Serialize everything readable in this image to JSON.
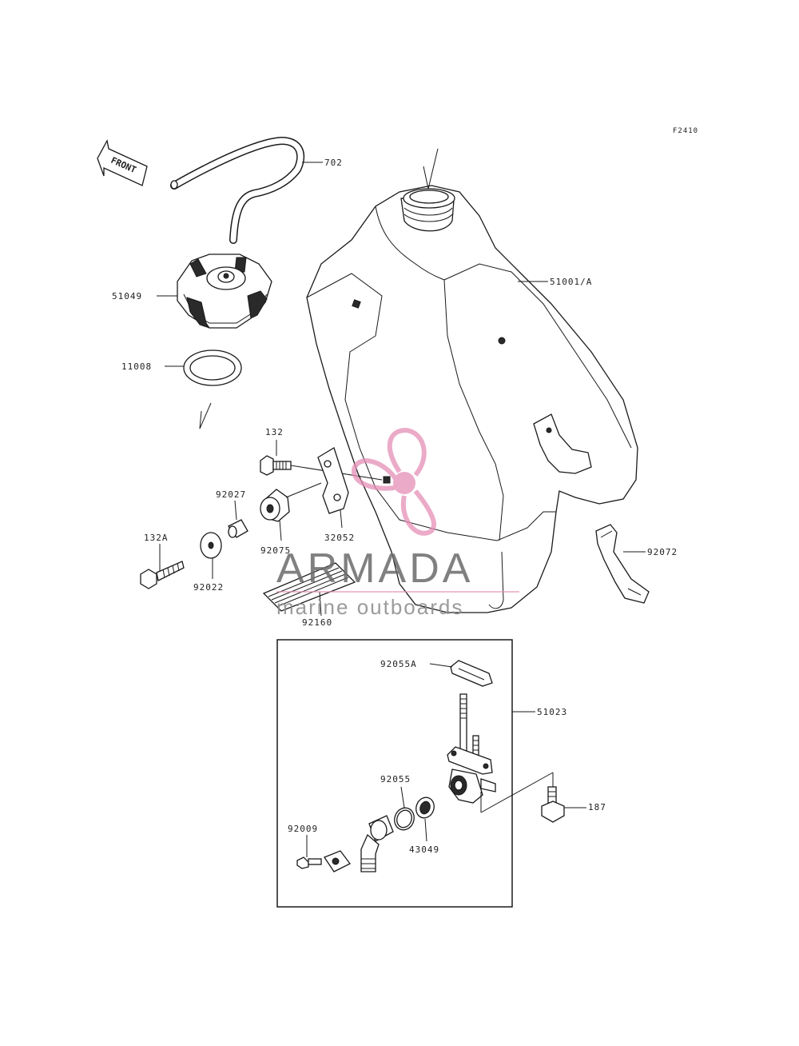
{
  "figure_code": "F2410",
  "front_label": "FRONT",
  "labels": {
    "l702": "702",
    "l51001A": "51001/A",
    "l51049": "51049",
    "l11008": "11008",
    "l132": "132",
    "l92027": "92027",
    "l132A": "132A",
    "l92022": "92022",
    "l32052": "32052",
    "l92075": "92075",
    "l92072": "92072",
    "l92160": "92160",
    "l92055A": "92055A",
    "l51023": "51023",
    "l92055": "92055",
    "l187": "187",
    "l92009": "92009",
    "l43049": "43049"
  },
  "watermark": {
    "brand": "ARMADA",
    "tagline": "marine outboards",
    "accent_color": "#e58fb6"
  }
}
